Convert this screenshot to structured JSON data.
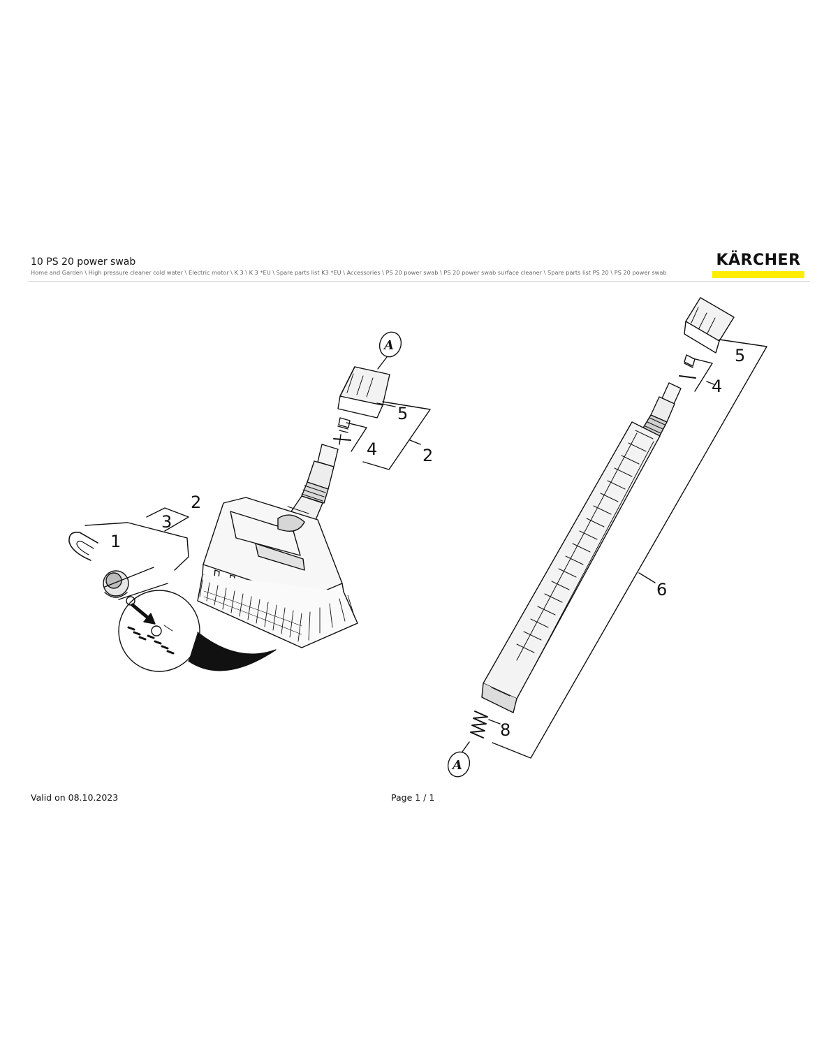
{
  "document": {
    "title": "10 PS 20 power swab",
    "breadcrumb": "Home and Garden \\ High pressure cleaner cold water \\ Electric motor \\ K 3 \\ K 3 *EU \\ Spare parts list K3 *EU \\ Accessories \\ PS 20 power swab \\ PS 20 power swab surface cleaner \\ Spare parts list PS 20 \\ PS 20 power swab",
    "brand": "KÄRCHER",
    "brand_color": "#ffed00"
  },
  "footer": {
    "valid": "Valid on 08.10.2023",
    "page": "Page 1 / 1"
  },
  "diagram": {
    "callouts": {
      "left_a": "A",
      "left_5": "5",
      "left_4": "4",
      "left_2_upper": "2",
      "left_2_lower": "2",
      "left_3": "3",
      "left_1": "1",
      "right_5": "5",
      "right_4": "4",
      "right_6": "6",
      "right_8": "8",
      "right_a": "A"
    }
  }
}
